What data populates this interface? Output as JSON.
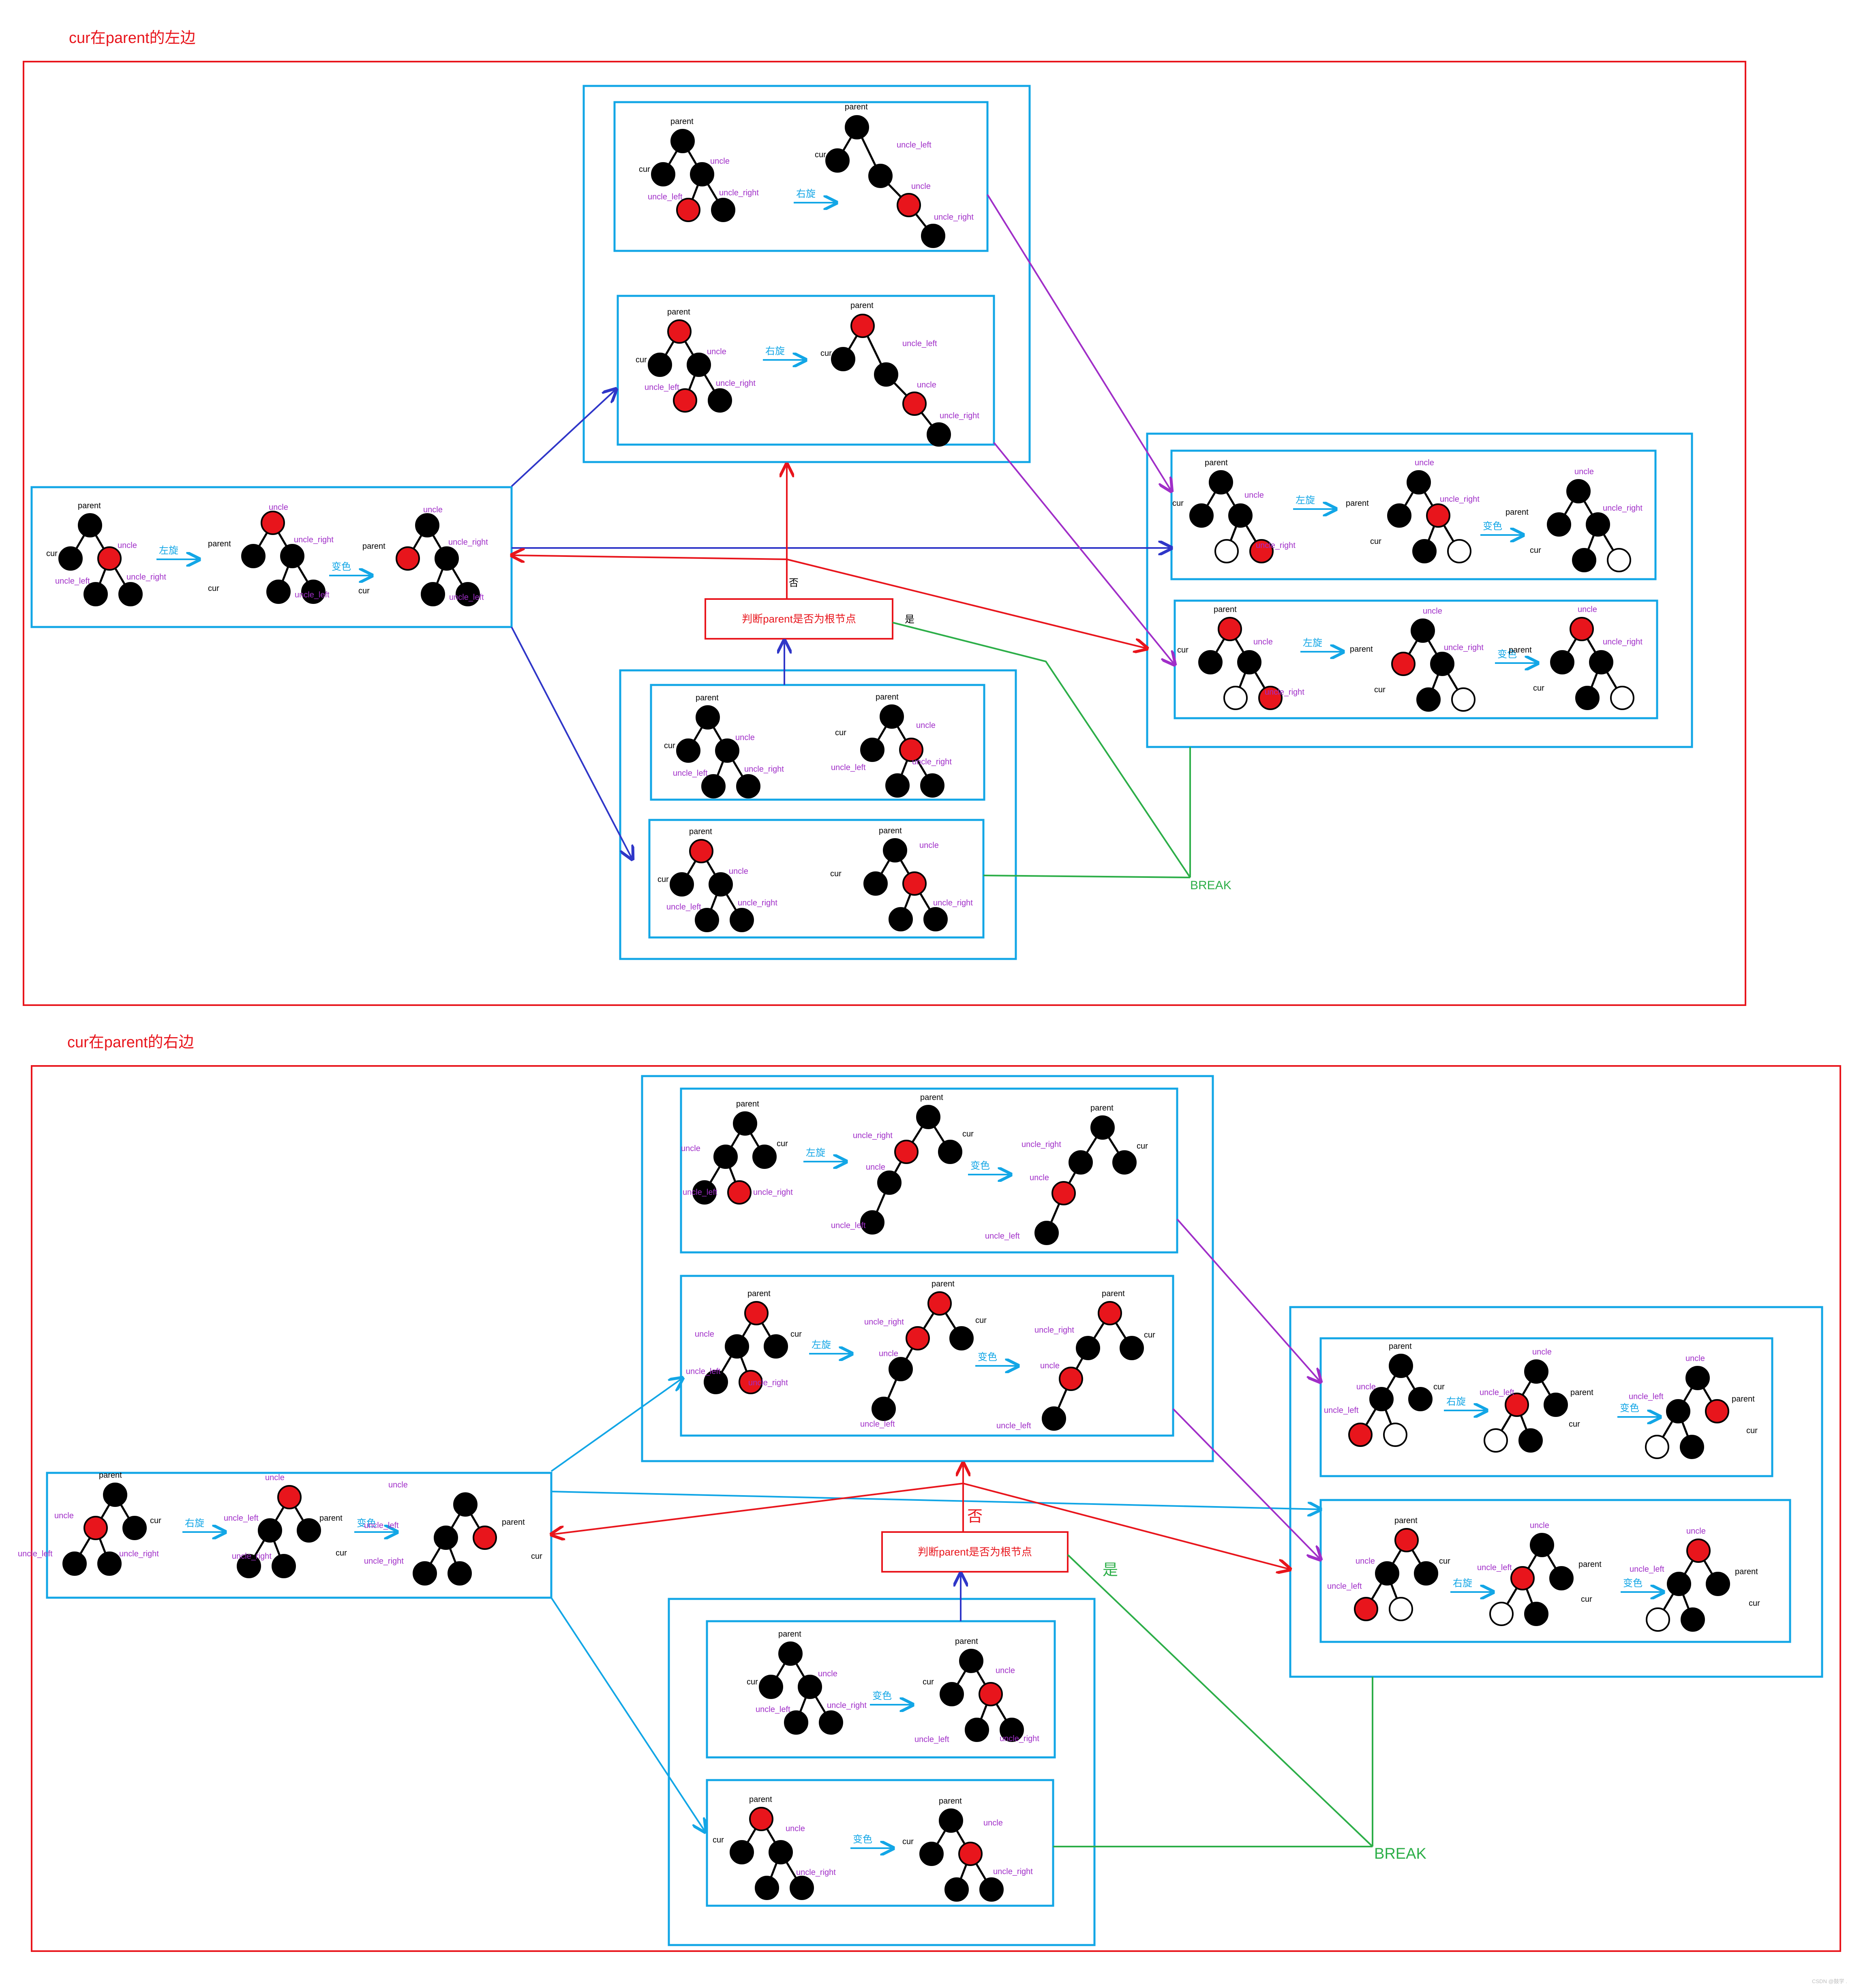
{
  "sections": [
    {
      "id": "left",
      "title": "cur在parent的左边",
      "decision": "判断parent是否为根节点",
      "yes": "是",
      "no": "否",
      "break": "BREAK"
    },
    {
      "id": "right",
      "title": "cur在parent的右边",
      "decision": "判断parent是否为根节点",
      "yes": "是",
      "no": "否",
      "break": "BREAK"
    }
  ],
  "labels": {
    "parent": "parent",
    "cur": "cur",
    "uncle": "uncle",
    "uncle_left": "uncle_left",
    "uncle_right": "uncle_right"
  },
  "operations": {
    "rotate_left": "左旋",
    "rotate_right": "右旋",
    "recolor": "变色"
  },
  "colors": {
    "red_border": "#e8151c",
    "blue_border": "#12a6e6",
    "purple_arrow": "#a02ec8",
    "navy_arrow": "#2f36c8",
    "green_arrow": "#2cae48",
    "node_black": "#000000",
    "node_red": "#e8151c",
    "node_white": "#ffffff",
    "purple_label": "#a02ec8"
  },
  "watermark": "CSDN @鼓学 ."
}
